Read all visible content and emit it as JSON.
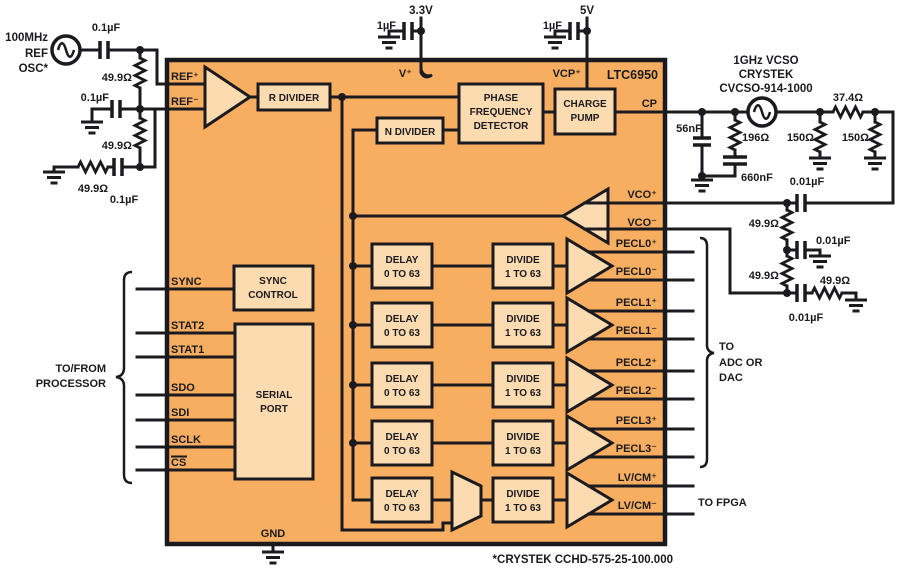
{
  "colors": {
    "chip_fill": "#F8AE61",
    "block_fill": "#FCDBB0",
    "line": "#1B1B1F"
  },
  "chip": {
    "name": "LTC6950",
    "top_pins": {
      "vplus": "V⁺",
      "vcp": "VCP⁺"
    },
    "bottom_pin": "GND",
    "input_pins": {
      "ref_p": "REF⁺",
      "ref_n": "REF⁻"
    },
    "left_pins": {
      "sync": "SYNC",
      "stat2": "STAT2",
      "stat1": "STAT1",
      "sdo": "SDO",
      "sdi": "SDI",
      "sclk": "SCLK",
      "cs": "CS"
    },
    "right_pins": {
      "cp": "CP",
      "vco_p": "VCO⁺",
      "vco_n": "VCO⁻",
      "pecl0_p": "PECL0⁺",
      "pecl0_n": "PECL0⁻",
      "pecl1_p": "PECL1⁺",
      "pecl1_n": "PECL1⁻",
      "pecl2_p": "PECL2⁺",
      "pecl2_n": "PECL2⁻",
      "pecl3_p": "PECL3⁺",
      "pecl3_n": "PECL3⁻",
      "lvcm_p": "LV/CM⁺",
      "lvcm_n": "LV/CM⁻"
    },
    "blocks": {
      "r_divider": "R DIVIDER",
      "n_divider": "N DIVIDER",
      "pfd": [
        "PHASE",
        "FREQUENCY",
        "DETECTOR"
      ],
      "charge_pump": [
        "CHARGE",
        "PUMP"
      ],
      "sync_control": [
        "SYNC",
        "CONTROL"
      ],
      "serial_port": [
        "SERIAL",
        "PORT"
      ],
      "delay": [
        "DELAY",
        "0 TO 63"
      ],
      "divide": [
        "DIVIDE",
        "1 TO 63"
      ]
    }
  },
  "ref_input": {
    "osc": [
      "100MHz",
      "REF",
      "OSC*"
    ],
    "c_top": "0.1µF",
    "r_top": "49.9Ω",
    "c_mid": "0.1µF",
    "r_mid": "49.9Ω",
    "r_bot": "49.9Ω",
    "c_bot": "0.1µF"
  },
  "supplies": {
    "v33": "3.3V",
    "v33_cap": "1µF",
    "v5": "5V",
    "v5_cap": "1µF"
  },
  "vcso": {
    "title": [
      "1GHz VCSO",
      "CRYSTEK",
      "CVCSO-914-1000"
    ]
  },
  "loop_filter": {
    "c1": "56nF",
    "r1": "196Ω",
    "c2": "660nF",
    "r2": "150Ω",
    "r3": "37.4Ω",
    "r4": "150Ω"
  },
  "vco_input": {
    "c1": "0.01µF",
    "r1": "49.9Ω",
    "c2": "0.01µF",
    "r2": "49.9Ω",
    "r3": "49.9Ω",
    "c3": "0.01µF"
  },
  "annotations": {
    "processor": [
      "TO/FROM",
      "PROCESSOR"
    ],
    "adc": [
      "TO",
      "ADC OR",
      "DAC"
    ],
    "fpga": "TO FPGA",
    "footnote": "*CRYSTEK CCHD-575-25-100.000"
  }
}
